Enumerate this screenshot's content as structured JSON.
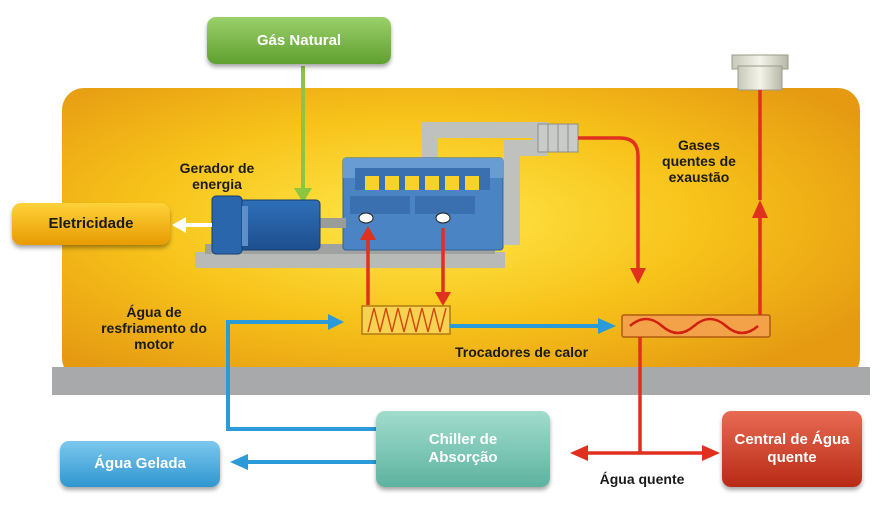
{
  "boxes": {
    "gas": "Gás Natural",
    "electricity": "Eletricidade",
    "chilled_water": "Água Gelada",
    "chiller": "Chiller de Absorção",
    "hot_water_plant": "Central de Água quente"
  },
  "labels": {
    "generator": "Gerador de energia",
    "cooling_water": "Água de resfriamento do motor",
    "exhaust": "Gases quentes de exaustão",
    "heat_exchangers": "Trocadores de calor",
    "hot_water": "Água quente"
  },
  "colors": {
    "green": "#7ab648",
    "yellow": "#f5b400",
    "blue": "#3aa8dc",
    "teal": "#6fc3b0",
    "red": "#d9402a",
    "engine": "#4a84c4",
    "red_pipe": "#e0301e",
    "blue_pipe": "#2a9ad8"
  }
}
